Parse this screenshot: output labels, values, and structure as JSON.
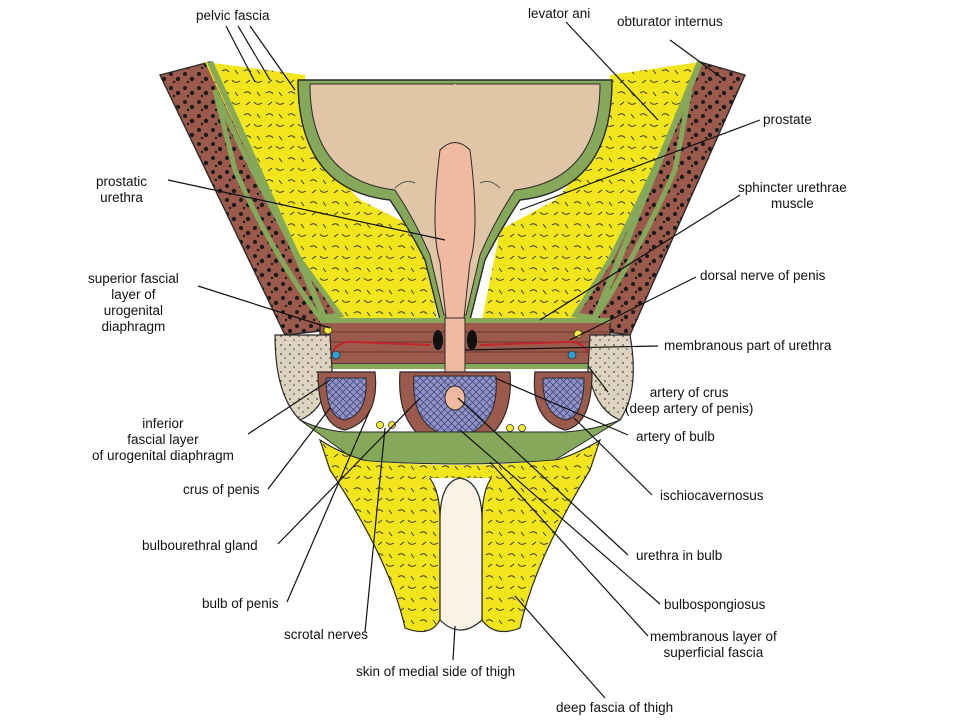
{
  "colors": {
    "fat": "#F2E51C",
    "fascia": "#86A85A",
    "muscle": "#9B5A4C",
    "prostate": "#E0C6A6",
    "urethra": "#F0B9A0",
    "erectile": "#8F93C8",
    "bone": "#DDD3BE",
    "nerve": "#F5EE36",
    "vessel": "#C0272D",
    "vein": "#2E9FD3",
    "skin": "#FAF3E4"
  },
  "labels": {
    "pelvic_fascia": "pelvic fascia",
    "levator_ani": "levator ani",
    "obturator_internus": "obturator internus",
    "prostate": "prostate",
    "prostatic_urethra": "prostatic\nurethra",
    "sphincter_urethrae": "sphincter urethrae\nmuscle",
    "dorsal_nerve": "dorsal nerve of penis",
    "superior_fascial": "superior fascial\nlayer of\nurogenital\ndiaphragm",
    "membranous_urethra": "membranous part of urethra",
    "artery_crus": "artery of crus\n(deep artery of penis)",
    "inferior_fascial": "inferior\nfascial layer\nof urogenital diaphragm",
    "artery_bulb": "artery of bulb",
    "crus_penis": "crus of penis",
    "ischiocavernosus": "ischiocavernosus",
    "bulbourethral": "bulbourethral gland",
    "urethra_bulb": "urethra in bulb",
    "bulb_penis": "bulb of penis",
    "bulbospongiosus": "bulbospongiosus",
    "scrotal_nerves": "scrotal nerves",
    "membranous_layer": "membranous layer of\nsuperficial fascia",
    "skin_thigh": "skin of medial side of thigh",
    "deep_fascia": "deep fascia of thigh"
  }
}
